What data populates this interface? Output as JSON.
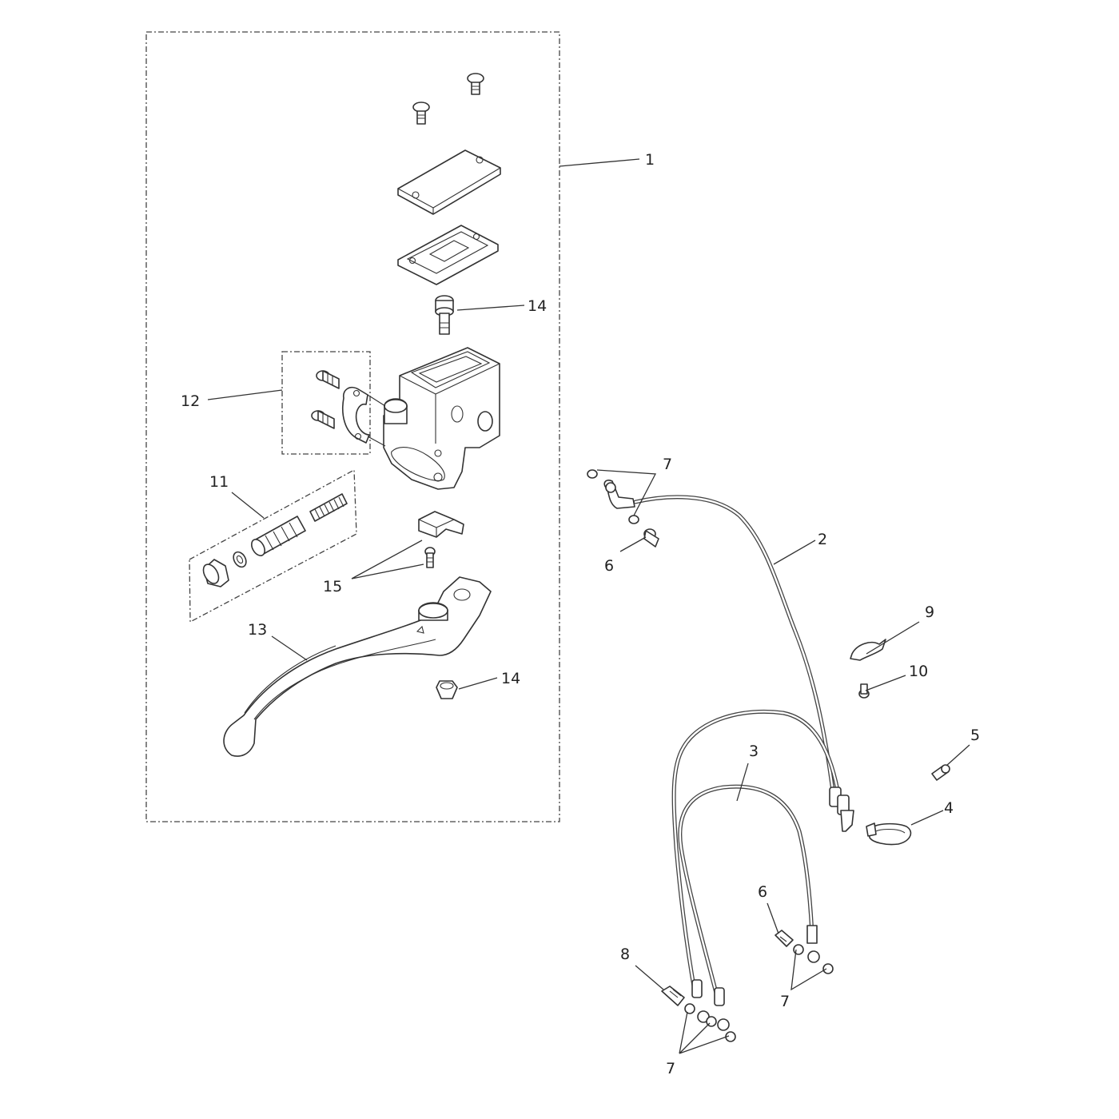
{
  "diagram": {
    "callouts": {
      "c1": "1",
      "c2": "2",
      "c3": "3",
      "c4": "4",
      "c5": "5",
      "c6a": "6",
      "c6b": "6",
      "c7a": "7",
      "c7b": "7",
      "c7c": "7",
      "c8": "8",
      "c9": "9",
      "c10": "10",
      "c11": "11",
      "c12": "12",
      "c13": "13",
      "c14a": "14",
      "c14b": "14",
      "c15": "15"
    }
  }
}
